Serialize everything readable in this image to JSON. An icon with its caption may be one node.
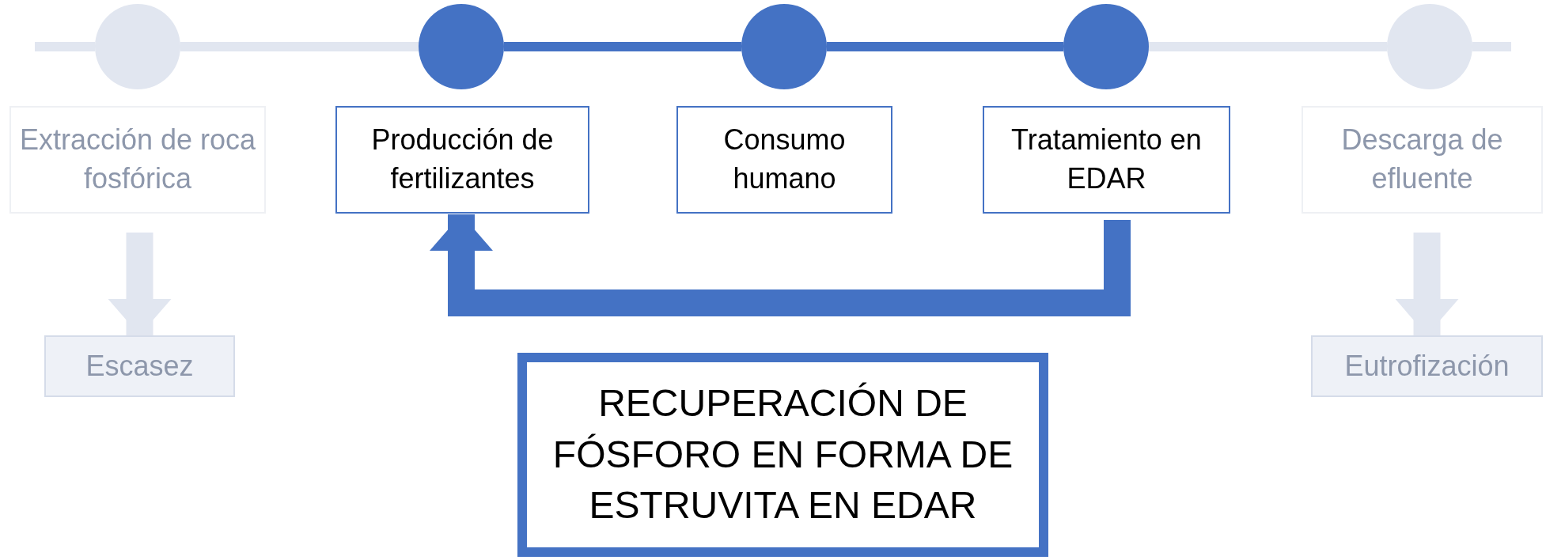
{
  "diagram": {
    "nodes": [
      {
        "text": [],
        "shape": "circle"
      },
      {
        "text": [],
        "shape": "circle"
      },
      {
        "text": [],
        "shape": "circle"
      },
      {
        "text": [],
        "shape": "circle"
      },
      {
        "text": [],
        "shape": "circle"
      },
      {
        "text": [
          "Extracción de roca fosfórica"
        ]
      },
      {
        "text": [
          "Producción de fertilizantes"
        ]
      },
      {
        "text": [
          "Consumo humano"
        ]
      },
      {
        "text": [
          "Tratamiento en EDAR"
        ]
      },
      {
        "text": [
          "Descarga de efluente"
        ]
      },
      {
        "text": [
          "Escasez"
        ]
      },
      {
        "text": [
          "Eutrofización"
        ]
      },
      {
        "text": [
          "RECUPERACIÓN DE FÓSFORO EN FORMA DE ESTRUVITA EN EDAR"
        ]
      }
    ],
    "edges": [
      {
        "from": null,
        "to": 0,
        "arrow": "none"
      },
      {
        "from": 0,
        "to": 1,
        "arrow": "none"
      },
      {
        "from": 1,
        "to": 2,
        "arrow": "none",
        "color": "#4472c4"
      },
      {
        "from": 2,
        "to": 3,
        "arrow": "none",
        "color": "#4472c4"
      },
      {
        "from": 3,
        "to": 4,
        "arrow": "none"
      },
      {
        "from": 4,
        "to": null,
        "arrow": "none"
      },
      {
        "from": 5,
        "to": 10,
        "arrow": "to",
        "style": "thick"
      },
      {
        "from": 9,
        "to": 11,
        "arrow": "to",
        "style": "thick"
      },
      {
        "from": 8,
        "to": 6,
        "arrow": "to",
        "style": "thick",
        "color": "#4472c4"
      }
    ]
  }
}
